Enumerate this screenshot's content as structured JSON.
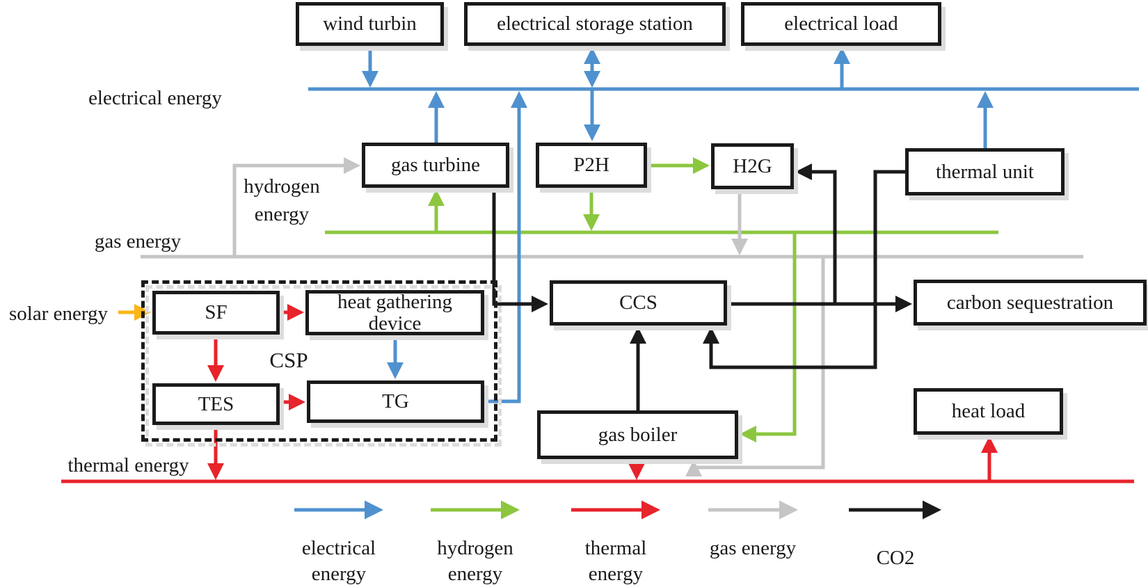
{
  "colors": {
    "electrical": "#4f91cf",
    "hydrogen": "#8cc63f",
    "thermal": "#e7232b",
    "gas": "#c5c5c5",
    "co2": "#1a1a1a",
    "solar": "#fcb515"
  },
  "nodes": [
    {
      "id": "wind-turbine",
      "label": "wind turbin"
    },
    {
      "id": "electrical-storage-station",
      "label": "electrical storage station"
    },
    {
      "id": "electrical-load",
      "label": "electrical load"
    },
    {
      "id": "gas-turbine",
      "label": "gas turbine"
    },
    {
      "id": "p2h",
      "label": "P2H"
    },
    {
      "id": "h2g",
      "label": "H2G"
    },
    {
      "id": "thermal-unit",
      "label": "thermal unit"
    },
    {
      "id": "ccs",
      "label": "CCS"
    },
    {
      "id": "carbon-sequestration",
      "label": "carbon sequestration"
    },
    {
      "id": "sf",
      "label": "SF"
    },
    {
      "id": "heat-gathering-device",
      "label": "heat gathering device"
    },
    {
      "id": "tes",
      "label": "TES"
    },
    {
      "id": "tg",
      "label": "TG"
    },
    {
      "id": "gas-boiler",
      "label": "gas boiler"
    },
    {
      "id": "heat-load",
      "label": "heat load"
    }
  ],
  "group_label": "CSP",
  "bus_labels": {
    "electrical": "electrical energy",
    "gas": "gas energy",
    "hydrogen": "hydrogen energy",
    "thermal": "thermal energy",
    "solar": "solar energy"
  },
  "legend": [
    {
      "label": "electrical energy",
      "type": "electrical"
    },
    {
      "label": "hydrogen energy",
      "type": "hydrogen"
    },
    {
      "label": "thermal energy",
      "type": "thermal"
    },
    {
      "label": "gas energy",
      "type": "gas"
    },
    {
      "label": "CO2",
      "type": "co2"
    }
  ],
  "flows": [
    {
      "from": "wind turbin",
      "to": "electrical bus",
      "type": "electrical"
    },
    {
      "from": "electrical storage station",
      "to": "electrical bus",
      "type": "electrical",
      "bidirectional": true
    },
    {
      "from": "electrical bus",
      "to": "electrical load",
      "type": "electrical"
    },
    {
      "from": "gas turbine",
      "to": "electrical bus",
      "type": "electrical"
    },
    {
      "from": "electrical bus",
      "to": "P2H",
      "type": "electrical"
    },
    {
      "from": "thermal unit",
      "to": "electrical bus",
      "type": "electrical"
    },
    {
      "from": "TG",
      "to": "electrical bus",
      "type": "electrical"
    },
    {
      "from": "heat gathering device",
      "to": "TG",
      "type": "electrical"
    },
    {
      "from": "hydrogen bus",
      "to": "gas turbine",
      "type": "hydrogen"
    },
    {
      "from": "P2H",
      "to": "hydrogen bus",
      "type": "hydrogen"
    },
    {
      "from": "P2H",
      "to": "H2G",
      "type": "hydrogen"
    },
    {
      "from": "hydrogen bus",
      "to": "gas boiler",
      "type": "hydrogen"
    },
    {
      "from": "gas bus",
      "to": "gas turbine",
      "type": "gas"
    },
    {
      "from": "H2G",
      "to": "gas bus",
      "type": "gas"
    },
    {
      "from": "gas bus",
      "to": "gas boiler",
      "type": "gas"
    },
    {
      "from": "solar energy",
      "to": "SF",
      "type": "solar"
    },
    {
      "from": "SF",
      "to": "heat gathering device",
      "type": "thermal"
    },
    {
      "from": "SF",
      "to": "TES",
      "type": "thermal"
    },
    {
      "from": "TES",
      "to": "TG",
      "type": "thermal"
    },
    {
      "from": "TES",
      "to": "thermal bus",
      "type": "thermal"
    },
    {
      "from": "gas boiler",
      "to": "thermal bus",
      "type": "thermal"
    },
    {
      "from": "thermal bus",
      "to": "heat load",
      "type": "thermal"
    },
    {
      "from": "gas turbine",
      "to": "CCS",
      "type": "co2"
    },
    {
      "from": "thermal unit",
      "to": "CCS",
      "type": "co2"
    },
    {
      "from": "gas boiler",
      "to": "CCS",
      "type": "co2"
    },
    {
      "from": "CCS",
      "to": "carbon sequestration",
      "type": "co2"
    },
    {
      "from": "CCS",
      "to": "H2G",
      "type": "co2"
    }
  ]
}
